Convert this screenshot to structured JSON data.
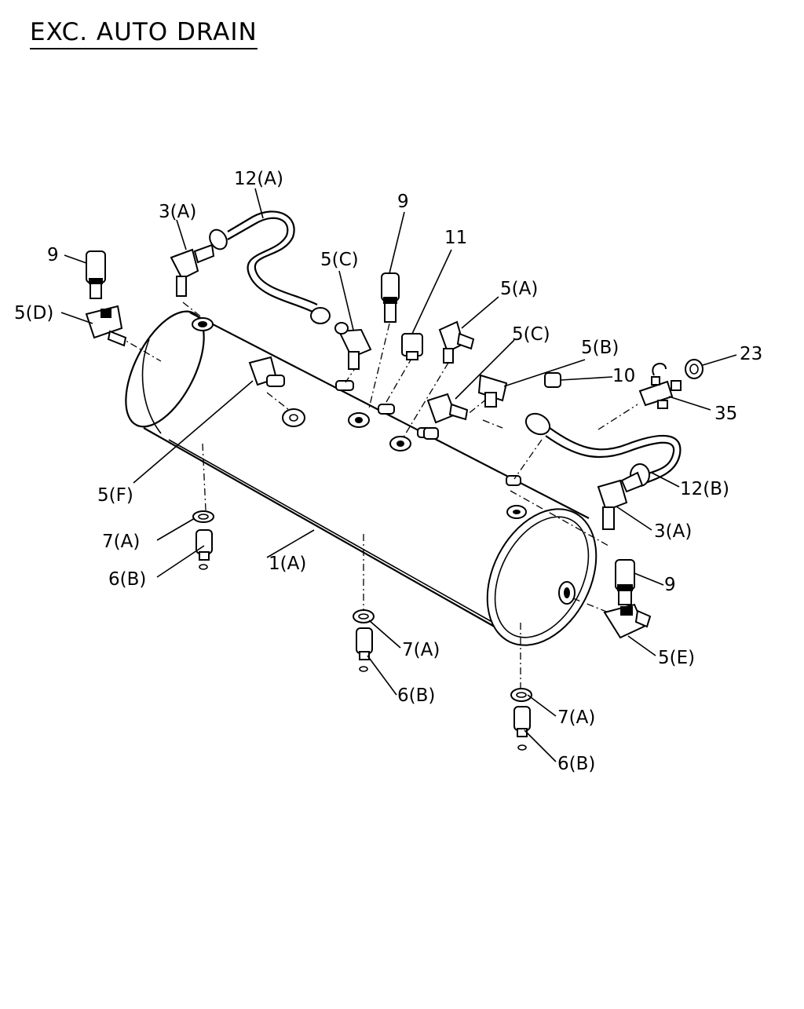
{
  "title": "EXC. AUTO DRAIN",
  "labels": {
    "l_12a": "12(A)",
    "l_3a_top": "3(A)",
    "l_9_left": "9",
    "l_5d": "5(D)",
    "l_5c_a": "5(C)",
    "l_9_mid": "9",
    "l_11": "11",
    "l_5a": "5(A)",
    "l_5c_b": "5(C)",
    "l_5b": "5(B)",
    "l_23": "23",
    "l_10": "10",
    "l_35": "35",
    "l_5f": "5(F)",
    "l_12b": "12(B)",
    "l_3a_right": "3(A)",
    "l_7a_1": "7(A)",
    "l_1a": "1(A)",
    "l_6b_1": "6(B)",
    "l_9_right": "9",
    "l_7a_2": "7(A)",
    "l_5e": "5(E)",
    "l_6b_2": "6(B)",
    "l_7a_3": "7(A)",
    "l_6b_3": "6(B)"
  }
}
